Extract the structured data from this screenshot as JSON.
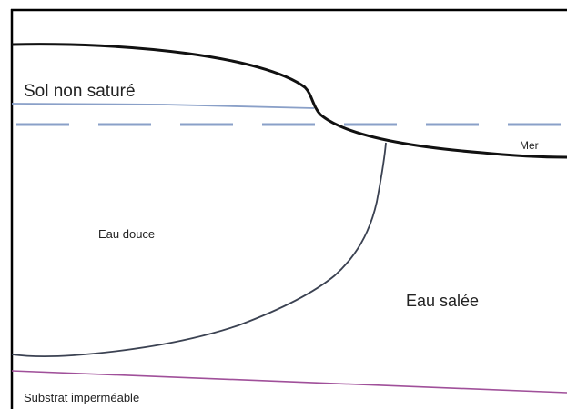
{
  "labels": {
    "unsaturated_soil": "Sol non saturé",
    "sea": "Mer",
    "fresh_water": "Eau douce",
    "salt_water": "Eau salée",
    "impermeable_substrate": "Substrat imperméable"
  },
  "colors": {
    "frame": "#000000",
    "ground_surface": "#111111",
    "water_table": "#8aa0c8",
    "interface": "#3b4252",
    "substrate": "#a0509a",
    "text": "#222222"
  }
}
